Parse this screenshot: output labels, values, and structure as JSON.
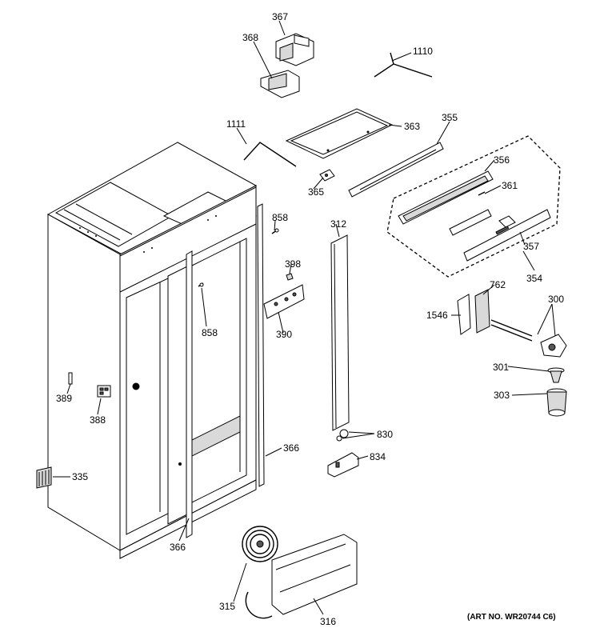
{
  "diagram": {
    "art_number": "(ART NO. WR20744 C6)",
    "labels": {
      "p367": "367",
      "p368": "368",
      "p1110": "1110",
      "p1111": "1111",
      "p363": "363",
      "p355": "355",
      "p365": "365",
      "p356": "356",
      "p361": "361",
      "p858a": "858",
      "p312": "312",
      "p398": "398",
      "p858b": "858",
      "p390": "390",
      "p357": "357",
      "p354": "354",
      "p762": "762",
      "p300": "300",
      "p1546": "1546",
      "p301": "301",
      "p389": "389",
      "p303": "303",
      "p388": "388",
      "p830": "830",
      "p366a": "366",
      "p834": "834",
      "p335": "335",
      "p366b": "366",
      "p315": "315",
      "p316": "316"
    }
  }
}
